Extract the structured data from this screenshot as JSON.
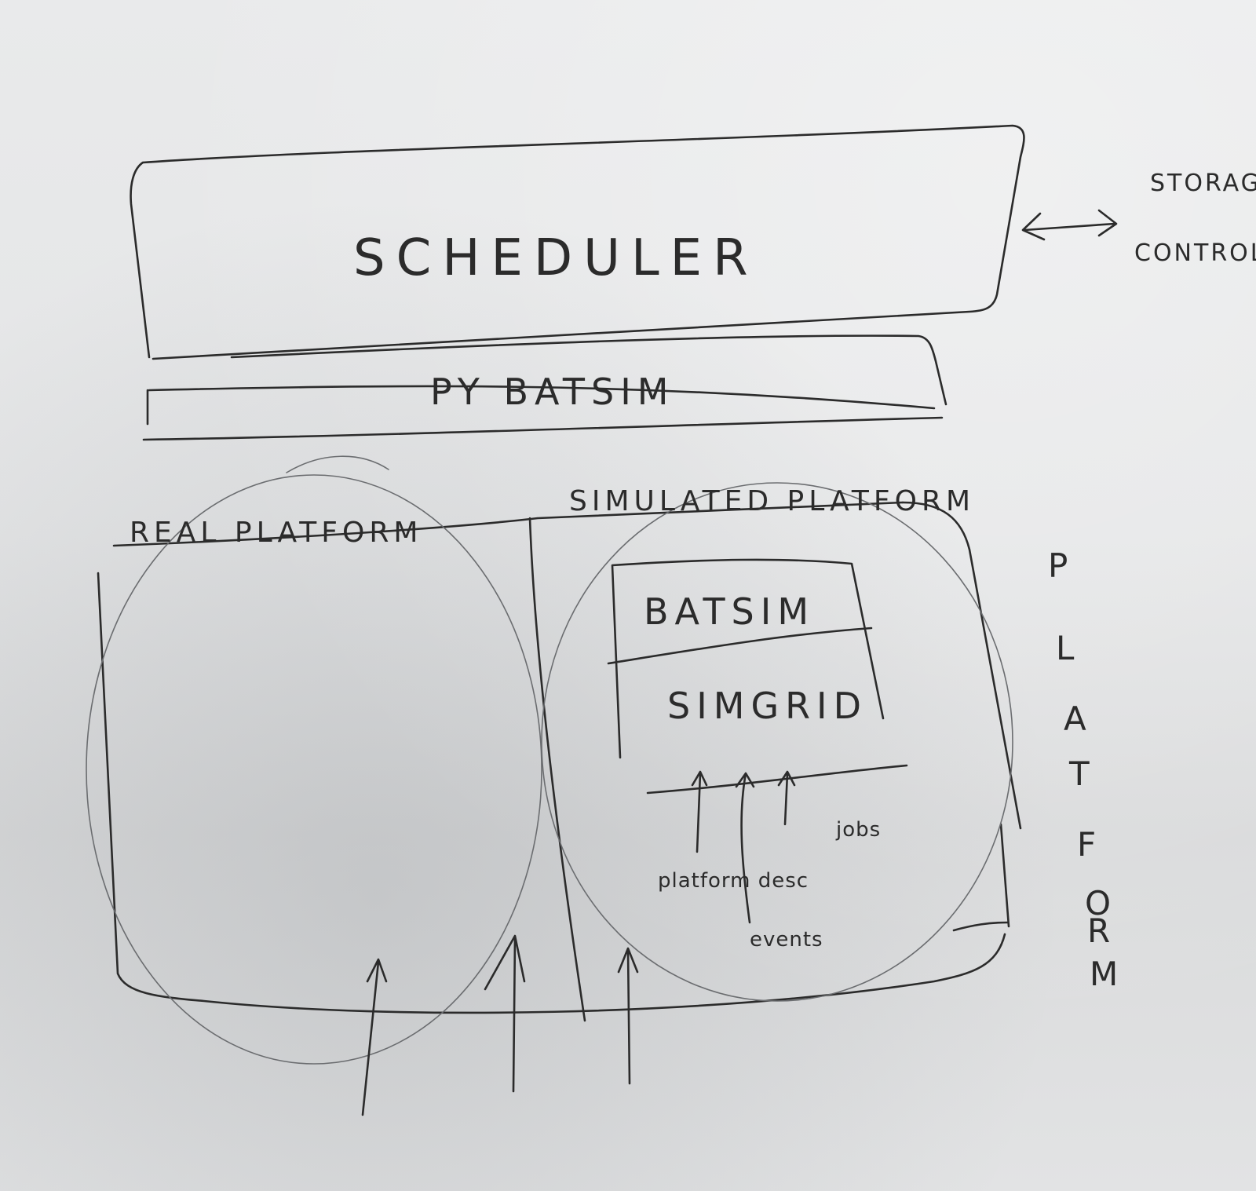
{
  "diagram": {
    "scheduler": "SCHEDULER",
    "pybatsim": "PY BATSIM",
    "storage_line1": "STORAG",
    "storage_line2": "CONTROLL",
    "real_platform": "REAL PLATFORM",
    "simulated_platform": "SIMULATED PLATFORM",
    "batsim": "BATSIM",
    "simgrid": "SIMGRID",
    "input_platform_desc": "platform desc",
    "input_events": "events",
    "input_jobs": "jobs",
    "platform_vertical": [
      "P",
      "L",
      "A",
      "T",
      "F",
      "O",
      "R",
      "M"
    ]
  }
}
